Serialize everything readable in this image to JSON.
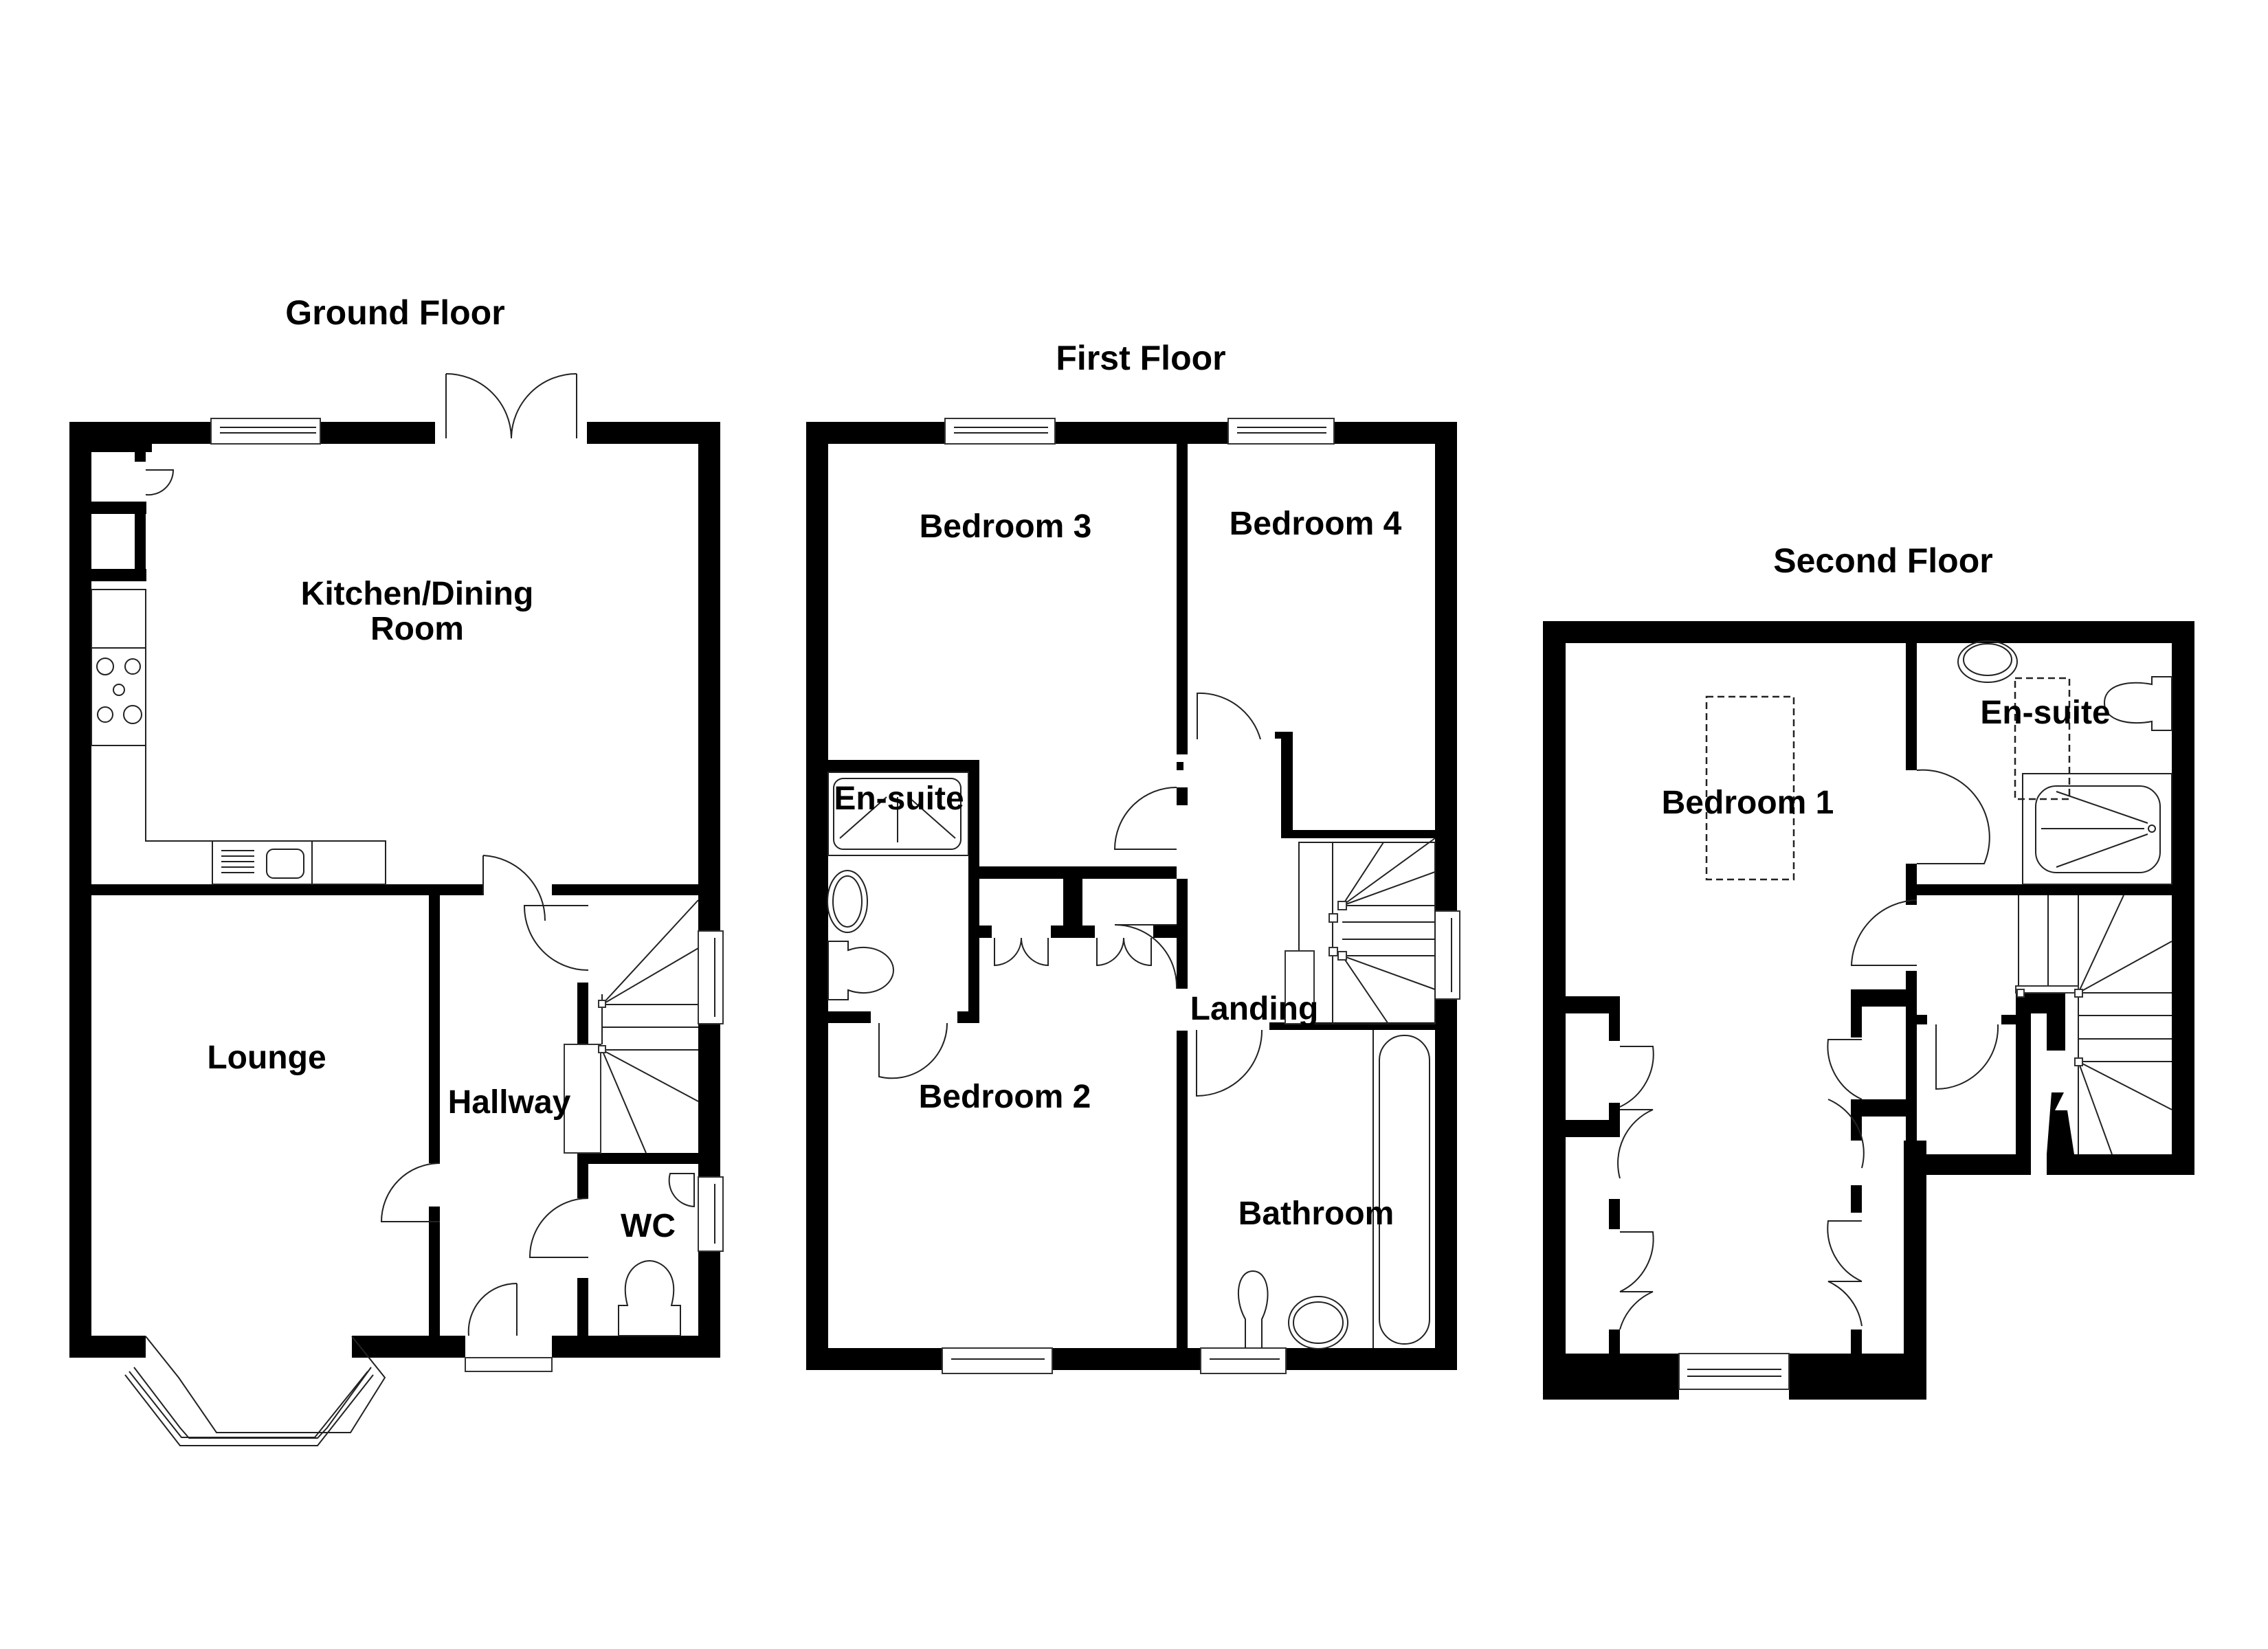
{
  "floors": [
    {
      "id": "ground",
      "title": "Ground Floor",
      "rooms": [
        {
          "label_line1": "Kitchen/Dining",
          "label_line2": "Room"
        },
        {
          "label": "Lounge"
        },
        {
          "label": "Hallway"
        },
        {
          "label": "WC"
        }
      ]
    },
    {
      "id": "first",
      "title": "First Floor",
      "rooms": [
        {
          "label": "Bedroom 3"
        },
        {
          "label": "Bedroom 4"
        },
        {
          "label": "En-suite"
        },
        {
          "label": "Landing"
        },
        {
          "label": "Bedroom 2"
        },
        {
          "label": "Bathroom"
        }
      ]
    },
    {
      "id": "second",
      "title": "Second Floor",
      "rooms": [
        {
          "label": "Bedroom 1"
        },
        {
          "label": "En-suite"
        }
      ]
    }
  ],
  "colors": {
    "wall": "#000000",
    "background": "#ffffff",
    "fixture_line": "#222222"
  }
}
